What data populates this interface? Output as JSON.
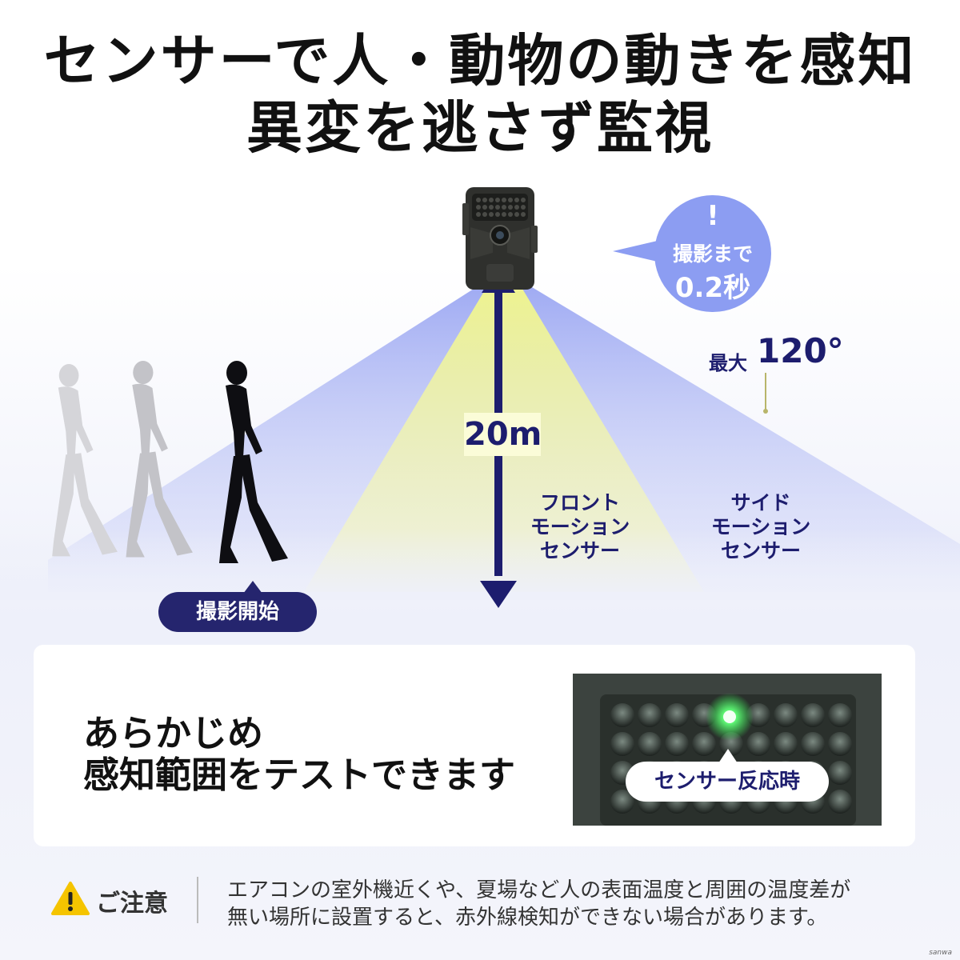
{
  "headline": {
    "line1": "センサーで人・動物の動きを感知",
    "line2": "異変を逃さず監視"
  },
  "bubble": {
    "mark": "!",
    "line1": "撮影まで",
    "line2": "0.2秒"
  },
  "angle": {
    "prefix": "最大",
    "value": "120°"
  },
  "distance": "20m",
  "front_sensor": {
    "line1": "フロント",
    "line2": "モーション",
    "line3": "センサー"
  },
  "side_sensor": {
    "line1": "サイド",
    "line2": "モーション",
    "line3": "センサー"
  },
  "start_label": "撮影開始",
  "panel": {
    "line1": "あらかじめ",
    "line2": "感知範囲をテストできます",
    "photo_label": "センサー反応時"
  },
  "note": {
    "title": "ご注意",
    "line1": "エアコンの室外機近くや、夏場など人の表面温度と周囲の温度差が",
    "line2": "無い場所に設置すると、赤外線検知ができない場合があります。"
  },
  "credit": "sanwa",
  "colors": {
    "navy": "#1d1d6e",
    "bubble": "#8c9df2",
    "side_beam": "#a9b3f3",
    "front_beam": "#f0f39a",
    "sensor_led": "#3cff5a",
    "warning": "#f5c400"
  },
  "icons": [
    "camera-icon",
    "person-silhouette-icon",
    "warning-icon",
    "arrow-icon"
  ]
}
